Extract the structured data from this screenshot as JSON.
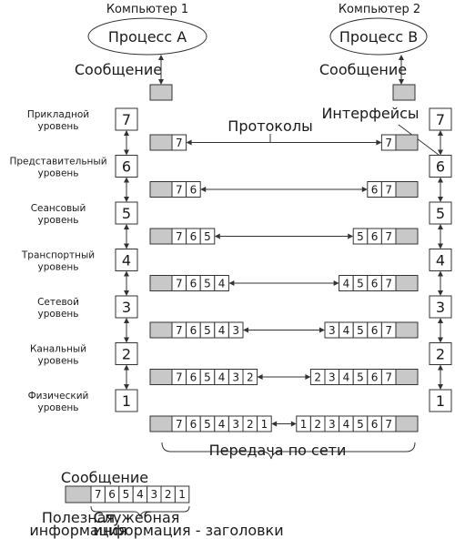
{
  "computer1": {
    "title": "Компьютер 1",
    "process": "Процесс А",
    "message": "Сообщение"
  },
  "computer2": {
    "title": "Компьютер 2",
    "process": "Процесс В",
    "message": "Сообщение"
  },
  "labels": {
    "protocols": "Протоколы",
    "interfaces": "Интерфейсы",
    "network_transfer": "Передача по сети"
  },
  "levels": [
    {
      "number": "7",
      "name_line1": "Прикладной",
      "name_line2": "уровень",
      "left_header": [
        "7"
      ],
      "right_header": [
        "7"
      ]
    },
    {
      "number": "6",
      "name_line1": "Представительный",
      "name_line2": "уровень",
      "left_header": [
        "7",
        "6"
      ],
      "right_header": [
        "6",
        "7"
      ]
    },
    {
      "number": "5",
      "name_line1": "Сеансовый",
      "name_line2": "уровень",
      "left_header": [
        "7",
        "6",
        "5"
      ],
      "right_header": [
        "5",
        "6",
        "7"
      ]
    },
    {
      "number": "4",
      "name_line1": "Транспортный",
      "name_line2": "уровень",
      "left_header": [
        "7",
        "6",
        "5",
        "4"
      ],
      "right_header": [
        "4",
        "5",
        "6",
        "7"
      ]
    },
    {
      "number": "3",
      "name_line1": "Сетевой",
      "name_line2": "уровень",
      "left_header": [
        "7",
        "6",
        "5",
        "4",
        "3"
      ],
      "right_header": [
        "3",
        "4",
        "5",
        "6",
        "7"
      ]
    },
    {
      "number": "2",
      "name_line1": "Канальный",
      "name_line2": "уровень",
      "left_header": [
        "7",
        "6",
        "5",
        "4",
        "3",
        "2"
      ],
      "right_header": [
        "2",
        "3",
        "4",
        "5",
        "6",
        "7"
      ]
    },
    {
      "number": "1",
      "name_line1": "Физический",
      "name_line2": "уровень",
      "left_header": [
        "7",
        "6",
        "5",
        "4",
        "3",
        "2",
        "1"
      ],
      "right_header": [
        "1",
        "2",
        "3",
        "4",
        "5",
        "6",
        "7"
      ]
    }
  ],
  "legend": {
    "title": "Сообщение",
    "cells": [
      "7",
      "6",
      "5",
      "4",
      "3",
      "2",
      "1"
    ],
    "payload_line1": "Полезная",
    "payload_line2": "информация",
    "service_line1": "Служебная",
    "service_line2": "информация - заголовки"
  }
}
